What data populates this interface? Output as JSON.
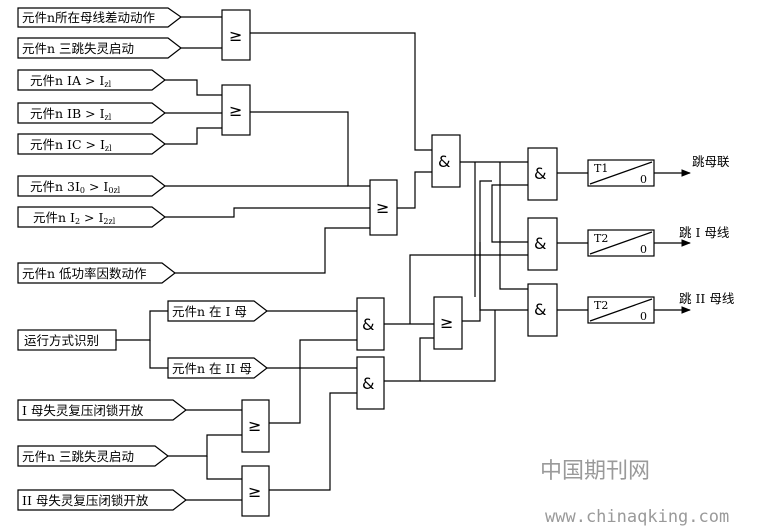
{
  "inputs": [
    {
      "id": "in1",
      "text": "元件n所在母线差动动作"
    },
    {
      "id": "in2",
      "text": "元件n 三跳失灵启动"
    },
    {
      "id": "in3",
      "text": "元件n  IA > I",
      "sub": "zl"
    },
    {
      "id": "in4",
      "text": "元件n  IB > I",
      "sub": "zl"
    },
    {
      "id": "in5",
      "text": "元件n  IC > I",
      "sub": "zl"
    },
    {
      "id": "in6",
      "text": "元件n  3I",
      "sub": "0",
      "text2": " > I",
      "sub2": "0zl"
    },
    {
      "id": "in7",
      "text": "元件n  I",
      "sub": "2",
      "text2": " > I",
      "sub2": "2zl"
    },
    {
      "id": "in8",
      "text": "元件n 低功率因数动作"
    },
    {
      "id": "in9",
      "text": "元件n 在 I 母"
    },
    {
      "id": "in10",
      "text": "运行方式识别"
    },
    {
      "id": "in11",
      "text": "元件n 在 II 母"
    },
    {
      "id": "in12",
      "text": "I 母失灵复压闭锁开放"
    },
    {
      "id": "in13",
      "text": "元件n 三跳失灵启动"
    },
    {
      "id": "in14",
      "text": "II 母失灵复压闭锁开放"
    }
  ],
  "gate_symbols": {
    "or": "≥",
    "and": "&"
  },
  "timers": [
    {
      "id": "t1",
      "name": "T1",
      "value": "0"
    },
    {
      "id": "t2",
      "name": "T2",
      "value": "0"
    },
    {
      "id": "t3",
      "name": "T2",
      "value": "0"
    }
  ],
  "outputs": [
    {
      "id": "out1",
      "text": "跳母联"
    },
    {
      "id": "out2",
      "text": "跳 I 母线"
    },
    {
      "id": "out3",
      "text": "跳 II 母线"
    }
  ],
  "watermark": {
    "cn": "中国期刊网",
    "url": "www.chinaqking.com"
  }
}
